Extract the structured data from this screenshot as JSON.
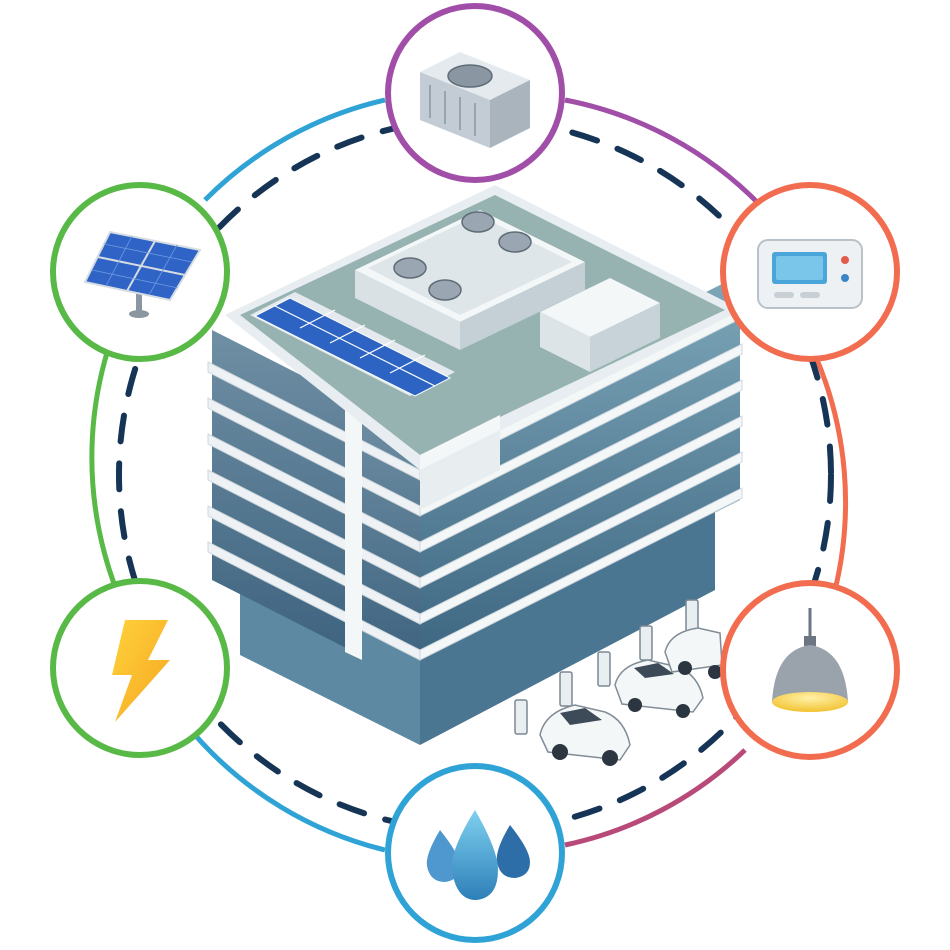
{
  "diagram": {
    "center": {
      "icon": "office-building-icon"
    },
    "nodes": [
      {
        "id": "hvac",
        "icon": "hvac-unit-icon",
        "ring_color": "#a14ea8"
      },
      {
        "id": "thermostat",
        "icon": "thermostat-icon",
        "ring_color": "#f26d4f"
      },
      {
        "id": "lighting",
        "icon": "pendant-lamp-icon",
        "ring_color": "#f26d4f"
      },
      {
        "id": "water",
        "icon": "water-drops-icon",
        "ring_color": "#2fa3d6"
      },
      {
        "id": "electricity",
        "icon": "lightning-bolt-icon",
        "ring_color": "#58b947"
      },
      {
        "id": "solar",
        "icon": "solar-panel-icon",
        "ring_color": "#58b947"
      }
    ],
    "connector_color": "#163556",
    "features": {
      "ev_charging": {
        "icon": "ev-car-icon"
      },
      "rooftop_solar": {
        "icon": "rooftop-solar-icon"
      }
    }
  }
}
